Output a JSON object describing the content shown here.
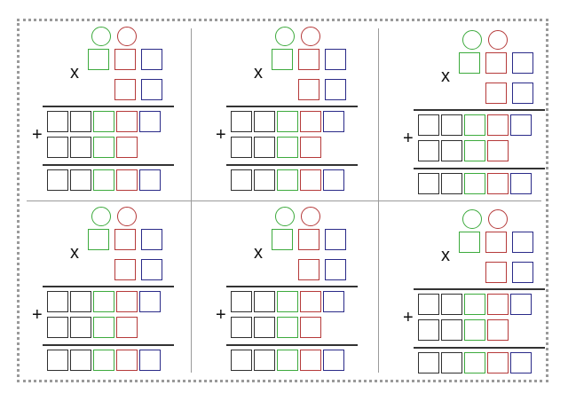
{
  "worksheet": {
    "operators": {
      "times": "x",
      "plus": "+"
    },
    "colors": {
      "ones": "#3daa3d",
      "tens": "#b53a3a",
      "hundreds": "#2a2a88",
      "extra": "#2f2f2f",
      "rule": "#333333",
      "divider": "#9a9a9a"
    },
    "problems": [
      {
        "id": 1
      },
      {
        "id": 2
      },
      {
        "id": 3
      },
      {
        "id": 4
      },
      {
        "id": 5
      },
      {
        "id": 6
      }
    ]
  }
}
